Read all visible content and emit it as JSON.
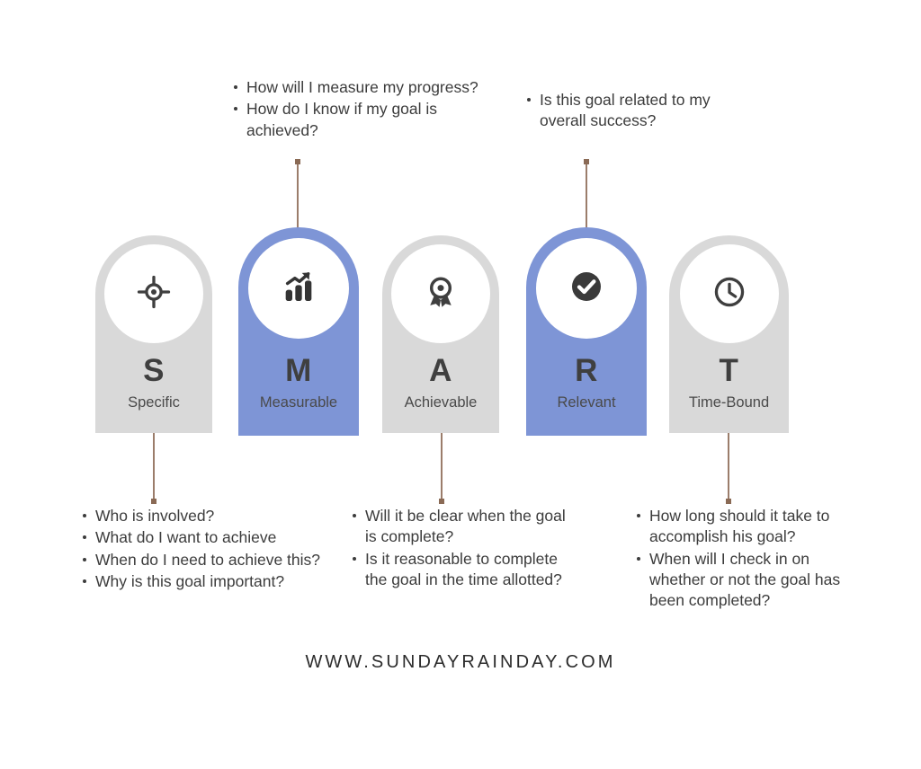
{
  "footer": {
    "text": "WWW.SUNDAYRAINDAY.COM"
  },
  "colors": {
    "gray_pill": "#d9d9d9",
    "blue_pill": "#7e95d6",
    "connector": "#9b7d6b",
    "text": "#3c3c3c",
    "icon": "#3f3f3f",
    "background": "#ffffff"
  },
  "pills": [
    {
      "letter": "S",
      "word": "Specific",
      "style": "gray",
      "icon": "crosshair-target-icon"
    },
    {
      "letter": "M",
      "word": "Measurable",
      "style": "blue",
      "icon": "bar-chart-growth-icon"
    },
    {
      "letter": "A",
      "word": "Achievable",
      "style": "gray",
      "icon": "award-ribbon-icon"
    },
    {
      "letter": "R",
      "word": "Relevant",
      "style": "blue",
      "icon": "check-circle-icon"
    },
    {
      "letter": "T",
      "word": "Time-Bound",
      "style": "gray",
      "icon": "clock-icon"
    }
  ],
  "callouts": {
    "measurable": {
      "bullets": [
        "How will I measure my progress?",
        "How do I know if my goal is achieved?"
      ]
    },
    "relevant": {
      "bullets": [
        "Is this goal related to my overall success?"
      ]
    },
    "specific": {
      "bullets": [
        "Who is involved?",
        "What do I want to achieve",
        "When do I need to achieve this?",
        "Why is this goal important?"
      ]
    },
    "achievable": {
      "bullets": [
        "Will it be clear when the goal is complete?",
        "Is it reasonable to complete the goal in the time allotted?"
      ]
    },
    "time_bound": {
      "bullets": [
        "How long should it take to accomplish his goal?",
        "When will I check in on whether or not the goal has been completed?"
      ]
    }
  }
}
